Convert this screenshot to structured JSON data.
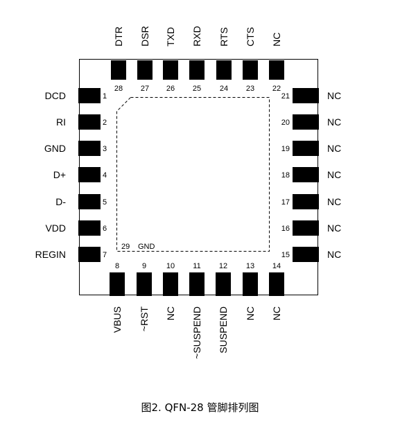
{
  "package": {
    "epad": {
      "number": "29",
      "name": "GND"
    }
  },
  "pins": {
    "top": [
      {
        "number": "28",
        "name": "DTR"
      },
      {
        "number": "27",
        "name": "DSR"
      },
      {
        "number": "26",
        "name": "TXD"
      },
      {
        "number": "25",
        "name": "RXD"
      },
      {
        "number": "24",
        "name": "RTS"
      },
      {
        "number": "23",
        "name": "CTS"
      },
      {
        "number": "22",
        "name": "NC"
      }
    ],
    "left": [
      {
        "number": "1",
        "name": "DCD"
      },
      {
        "number": "2",
        "name": "RI"
      },
      {
        "number": "3",
        "name": "GND"
      },
      {
        "number": "4",
        "name": "D+"
      },
      {
        "number": "5",
        "name": "D-"
      },
      {
        "number": "6",
        "name": "VDD"
      },
      {
        "number": "7",
        "name": "REGIN"
      }
    ],
    "right": [
      {
        "number": "21",
        "name": "NC"
      },
      {
        "number": "20",
        "name": "NC"
      },
      {
        "number": "19",
        "name": "NC"
      },
      {
        "number": "18",
        "name": "NC"
      },
      {
        "number": "17",
        "name": "NC"
      },
      {
        "number": "16",
        "name": "NC"
      },
      {
        "number": "15",
        "name": "NC"
      }
    ],
    "bottom": [
      {
        "number": "8",
        "name": "VBUS"
      },
      {
        "number": "9",
        "name": "~RST"
      },
      {
        "number": "10",
        "name": "NC"
      },
      {
        "number": "11",
        "name": "~SUSPEND"
      },
      {
        "number": "12",
        "name": "SUSPEND"
      },
      {
        "number": "13",
        "name": "NC"
      },
      {
        "number": "14",
        "name": "NC"
      }
    ]
  },
  "caption": "图2. QFN-28 管脚排列图"
}
